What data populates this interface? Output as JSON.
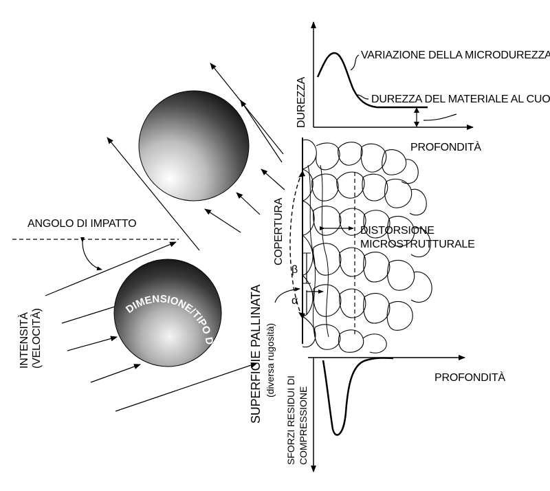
{
  "labels": {
    "microhardness_variation": "VARIAZIONE DELLA MICRODUREZZA",
    "core_hardness": "DUREZZA DEL MATERIALE AL CUORE",
    "hardness_axis": "DUREZZA",
    "depth_top": "PROFONDITÀ",
    "depth_bottom": "PROFONDITÀ",
    "coverage": "COPERTURA",
    "distortion_line1": "DISTORSIONE",
    "distortion_line2": "MICROSTRUTTURALE",
    "impact_angle": "ANGOLO DI IMPATTO",
    "intensity_line1": "INTENSITÀ",
    "intensity_line2": "(VELOCITÀ)",
    "shot_size_type": "DIMENSIONE/TIPO DI PALLINATURA",
    "shot_surface_line1": "SUPERFICIE PALLINATA",
    "shot_surface_line2": "(diversa rugosità)",
    "residual_stress_line1": "SFORZI RESIDUI DI",
    "residual_stress_line2": "COMPRESSIONE",
    "beta": "β",
    "alpha": "α"
  },
  "colors": {
    "ink": "#000000",
    "background": "#ffffff"
  }
}
